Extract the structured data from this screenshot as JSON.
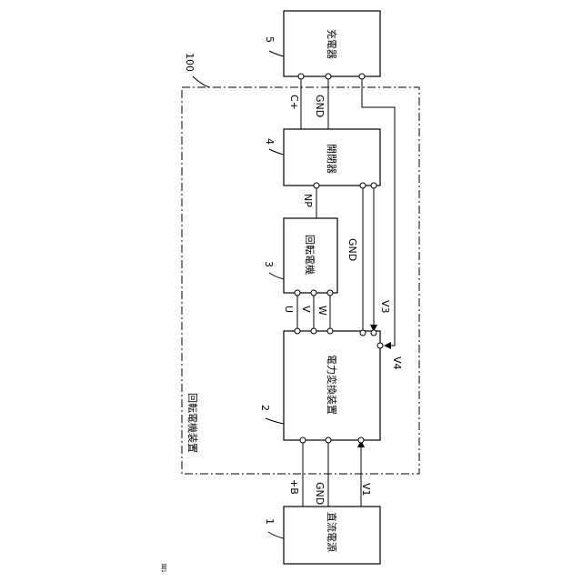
{
  "figure_label": "図1",
  "system": {
    "ref": "100",
    "label": "回転電機装置"
  },
  "blocks": {
    "dc_source": {
      "ref": "1",
      "label": "直流電源"
    },
    "inverter": {
      "ref": "2",
      "label": "電力変換装置"
    },
    "motor": {
      "ref": "3",
      "label": "回転電機"
    },
    "switch": {
      "ref": "4",
      "label": "開閉器"
    },
    "charger": {
      "ref": "5",
      "label": "充電器"
    }
  },
  "signals": {
    "plus_b": "+B",
    "gnd_source": "GND",
    "v1": "V1",
    "u": "U",
    "v": "V",
    "w": "W",
    "v3": "V3",
    "v4": "V4",
    "gnd_mid": "GND",
    "np": "NP",
    "c_plus": "C+",
    "gnd_charger": "GND"
  }
}
